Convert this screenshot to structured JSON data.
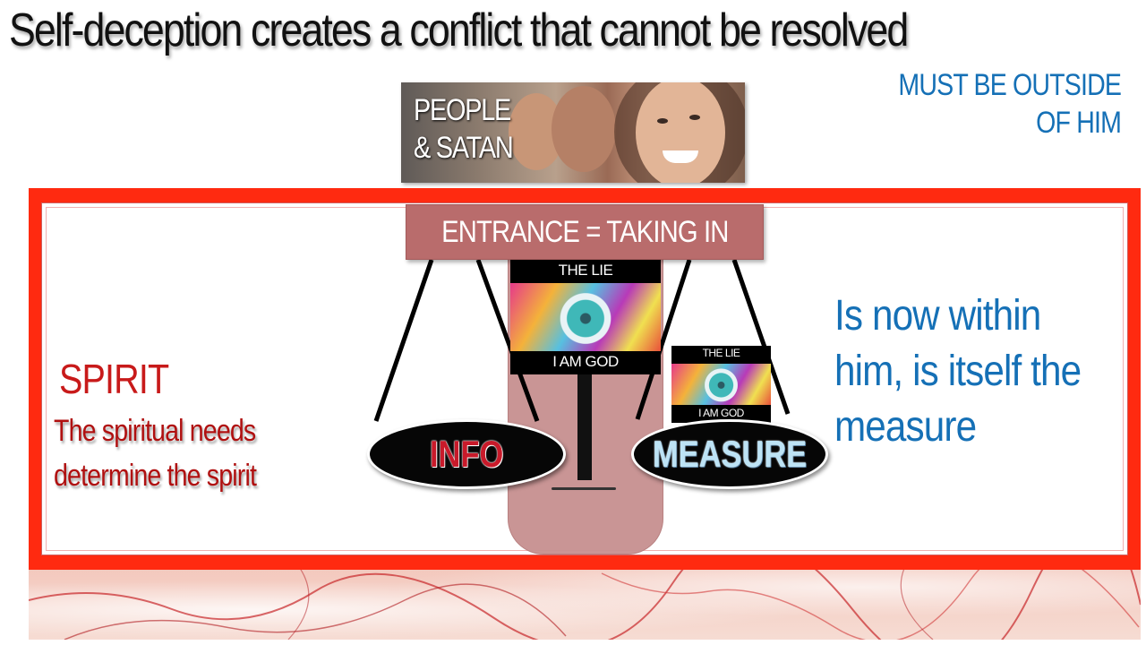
{
  "title": "Self-deception creates a conflict that cannot be resolved",
  "outside_note": {
    "line1": "MUST BE OUTSIDE",
    "line2": "OF HIM"
  },
  "people_box": {
    "line1": "PEOPLE",
    "line2": "& SATAN"
  },
  "entrance": "ENTRANCE = TAKING IN",
  "lie_large": {
    "top": "THE LIE",
    "bottom": "I AM GOD"
  },
  "lie_small": {
    "top": "THE LIE",
    "bottom": "I AM GOD"
  },
  "info_label": "INFO",
  "measure_label": "MEASURE",
  "spirit": {
    "heading": "SPIRIT",
    "line1": "The spiritual needs",
    "line2": "determine the spirit"
  },
  "within_note": {
    "line1": "Is now within",
    "line2": "him, is itself the",
    "line3": "measure"
  },
  "colors": {
    "frame": "#ff2a10",
    "blue_text": "#1570b6",
    "red_text": "#c81a1a",
    "head": "#c79090"
  }
}
